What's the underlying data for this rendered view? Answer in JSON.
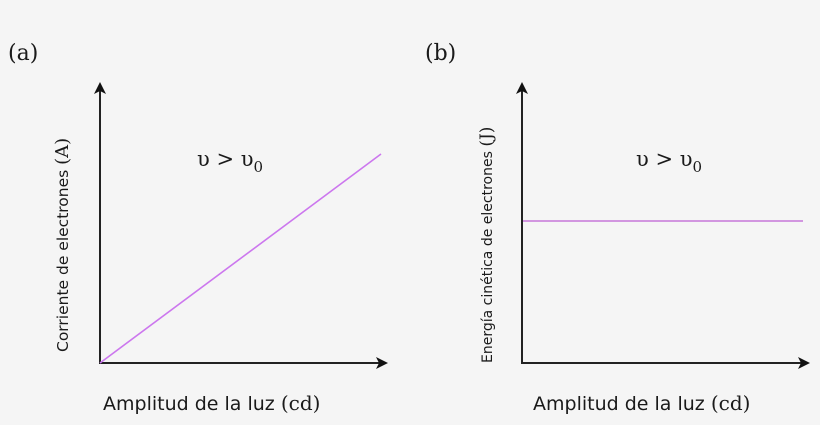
{
  "chart_data": [
    {
      "type": "line",
      "panel": "(a)",
      "title": "",
      "xlabel": "Amplitud de la luz (cd)",
      "ylabel": "Corriente de electrones (A)",
      "annotation": "υ > υ0",
      "series": [
        {
          "name": "corriente",
          "color": "#cc77ee",
          "x": [
            0,
            1
          ],
          "y": [
            0,
            0.74
          ]
        }
      ],
      "description": "Linear increase of electron current with light amplitude, starting at origin",
      "grid": false,
      "ticks": false
    },
    {
      "type": "line",
      "panel": "(b)",
      "title": "",
      "xlabel": "Amplitud de la luz (cd)",
      "ylabel": "Energía cinética de electrones (J)",
      "annotation": "υ > υ0",
      "series": [
        {
          "name": "energia",
          "color": "#cc88dd",
          "x": [
            0,
            1
          ],
          "y": [
            0.5,
            0.5
          ]
        }
      ],
      "description": "Constant kinetic energy independent of light amplitude",
      "grid": false,
      "ticks": false
    }
  ],
  "panels": {
    "a": {
      "label": "(a)",
      "ylabel_main": "Corriente de electrones ",
      "ylabel_unit": "(A)",
      "xlabel_main": "Amplitud de la luz ",
      "xlabel_unit": "(cd)",
      "cond_main": "υ > υ",
      "cond_sub": "0",
      "line_color": "#cc77ee"
    },
    "b": {
      "label": "(b)",
      "ylabel_main": "Energía cinética de electrones ",
      "ylabel_unit": "(J)",
      "xlabel_main": "Amplitud de la luz ",
      "xlabel_unit": "(cd)",
      "cond_main": "υ > υ",
      "cond_sub": "0",
      "line_color": "#cc88dd"
    }
  }
}
